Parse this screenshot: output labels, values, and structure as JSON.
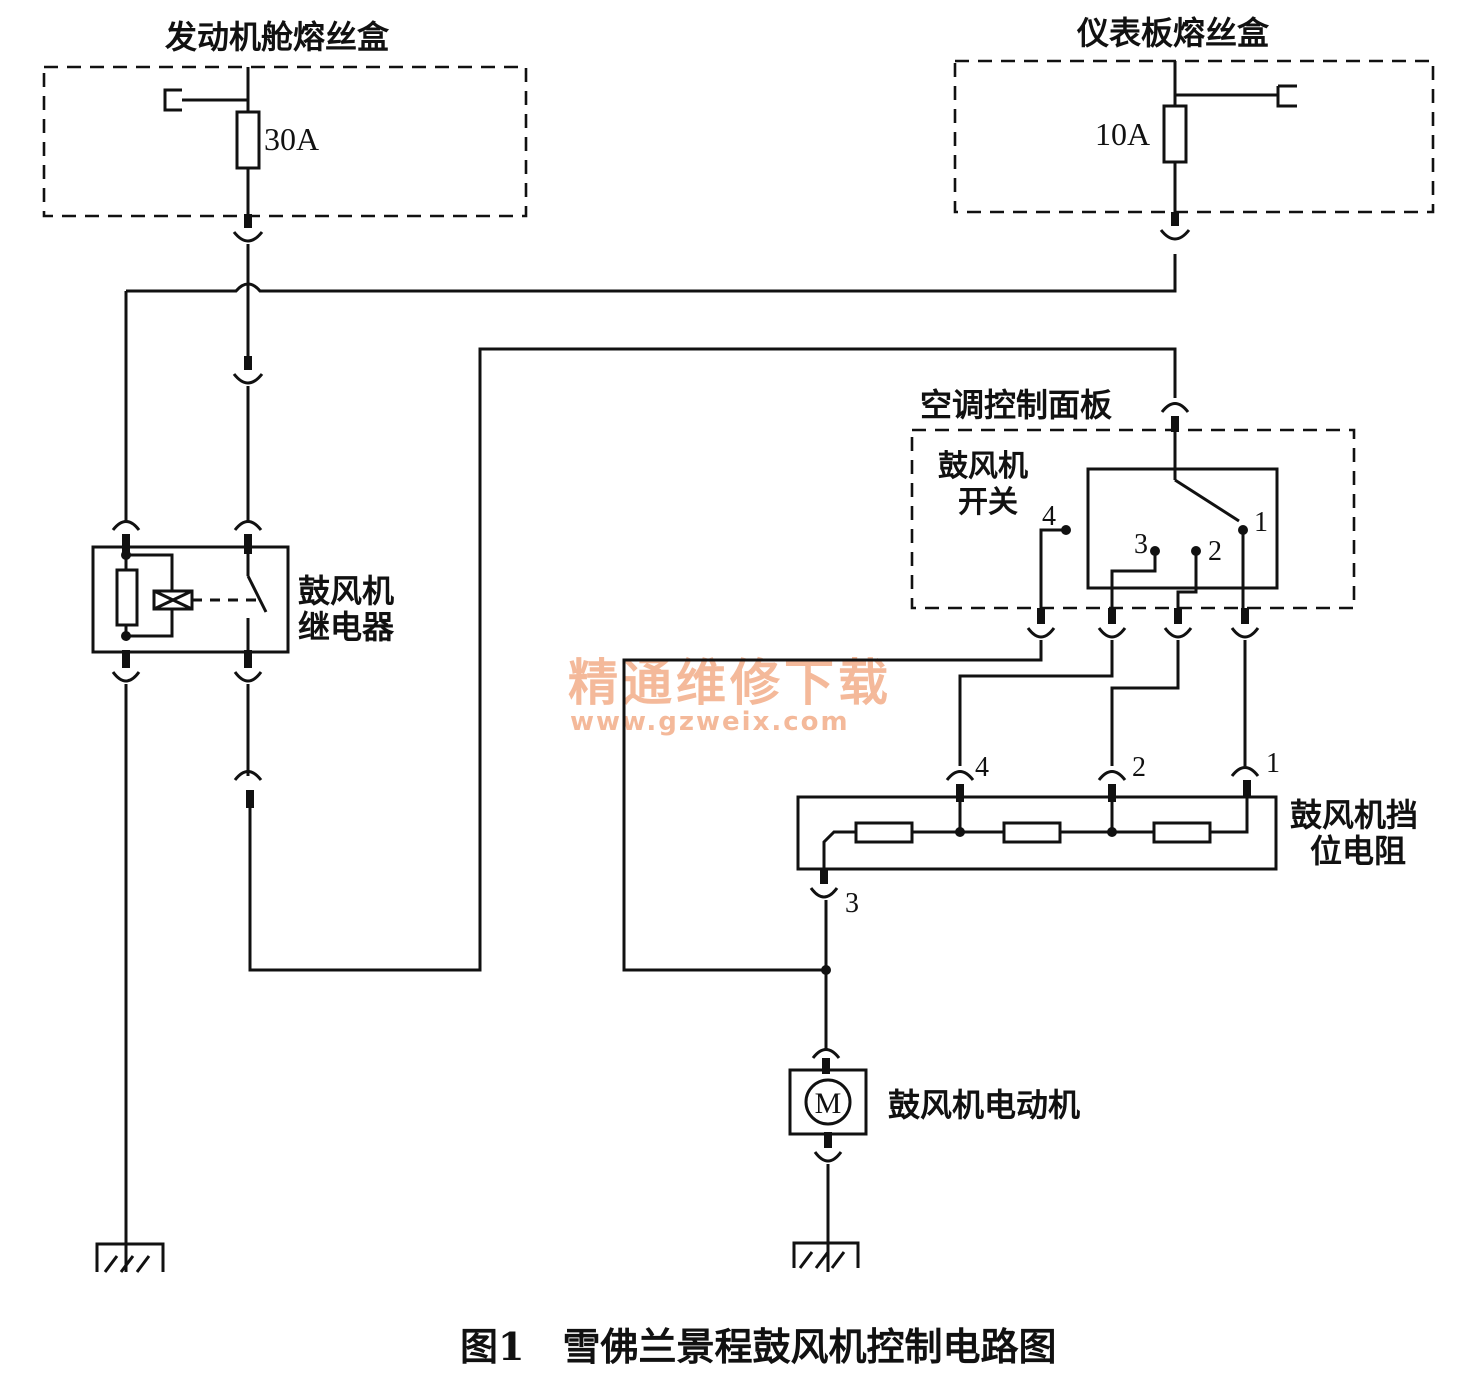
{
  "labels": {
    "engine_fuse_box": "发动机舱熔丝盒",
    "ip_fuse_box": "仪表板熔丝盒",
    "fuse_30a": "30A",
    "fuse_10a": "10A",
    "relay_line1": "鼓风机",
    "relay_line2": "继电器",
    "hvac_panel": "空调控制面板",
    "switch_line1": "鼓风机",
    "switch_line2": "开关",
    "resistor_line1": "鼓风机挡",
    "resistor_line2": "位电阻",
    "motor": "鼓风机电动机",
    "motor_symbol": "M",
    "caption": "图1　雪佛兰景程鼓风机控制电路图"
  },
  "switch_pins": {
    "p1": "1",
    "p2": "2",
    "p3": "3",
    "p4": "4"
  },
  "resistor_pins": {
    "p1": "1",
    "p2": "2",
    "p3": "3",
    "p4": "4"
  },
  "watermark": {
    "line1": "精通维修下载",
    "line2": "www.gzweix.com",
    "color": "#f4b99a"
  },
  "colors": {
    "line": "#111111",
    "background": "#ffffff"
  }
}
